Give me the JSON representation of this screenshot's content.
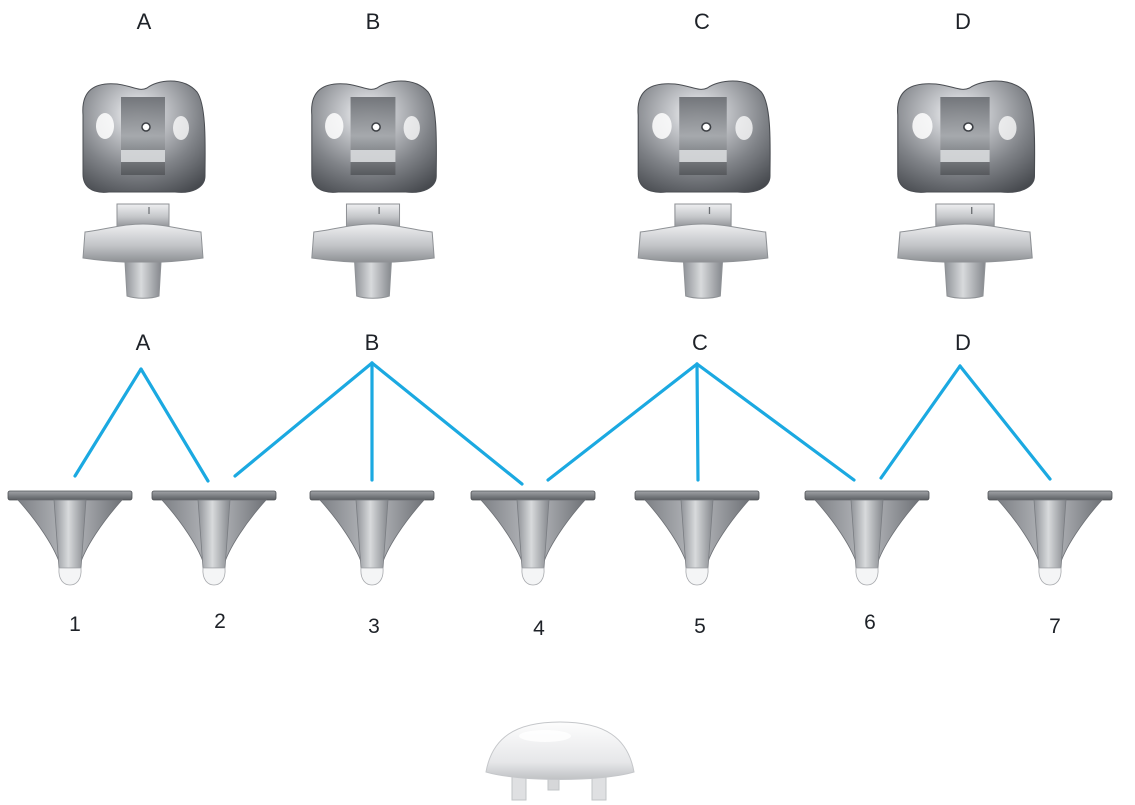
{
  "top_labels": [
    "A",
    "B",
    "C",
    "D"
  ],
  "mid_labels": [
    "A",
    "B",
    "C",
    "D"
  ],
  "bottom_labels": [
    "1",
    "2",
    "3",
    "4",
    "5",
    "6",
    "7"
  ],
  "connections": [
    {
      "from": "A",
      "to": [
        "1",
        "2"
      ]
    },
    {
      "from": "B",
      "to": [
        "2",
        "3",
        "4"
      ]
    },
    {
      "from": "C",
      "to": [
        "4",
        "5",
        "6"
      ]
    },
    {
      "from": "D",
      "to": [
        "6",
        "7"
      ]
    }
  ],
  "colors": {
    "line": "#1ba9e1",
    "metal": "#8d9096",
    "plastic": "#c7c9cc",
    "text": "#1e2228"
  },
  "components": {
    "femoral": "femoral-component",
    "insert": "tibial-insert",
    "tray": "tibial-tray",
    "cap": "plug-cap"
  }
}
